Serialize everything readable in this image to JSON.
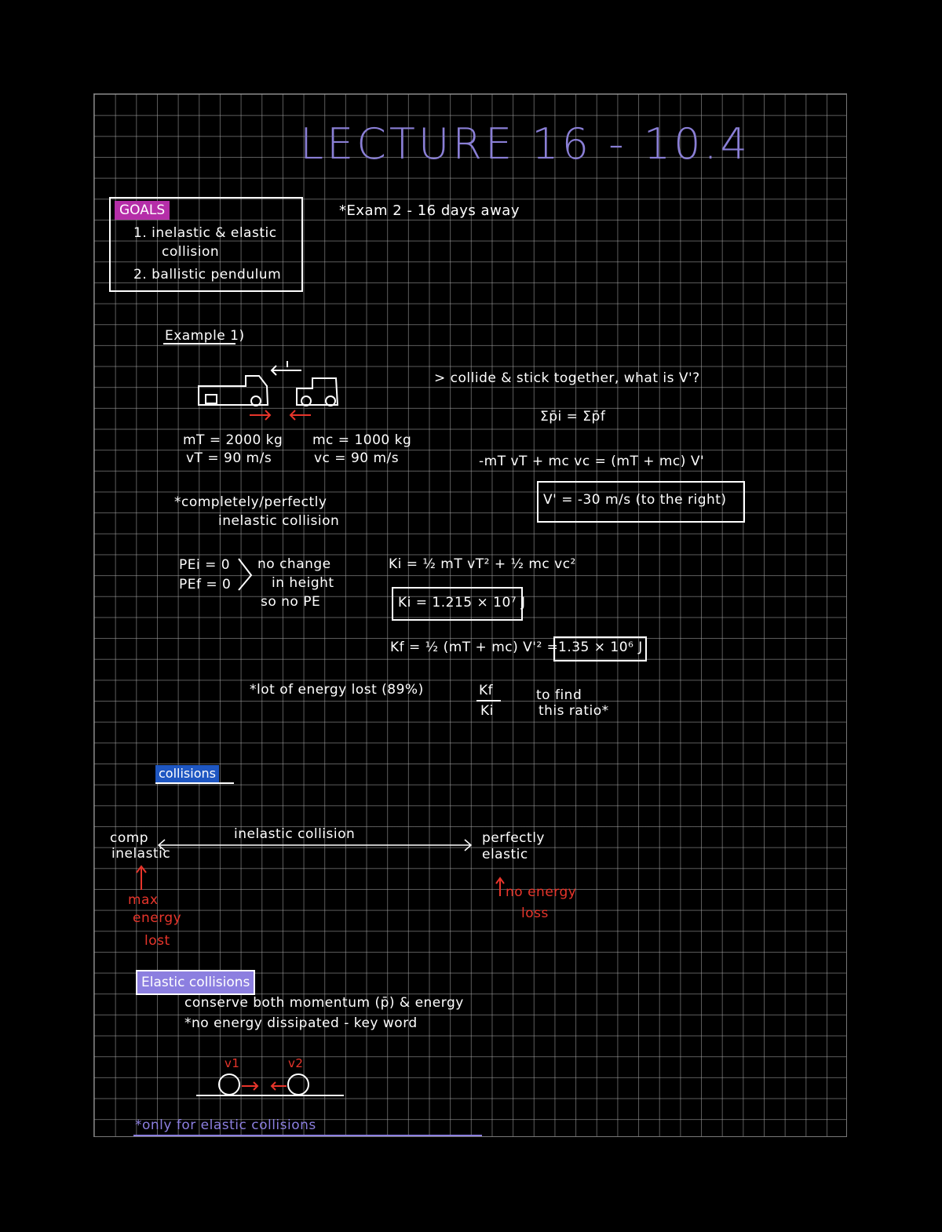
{
  "title": "LECTURE 16 - 10.4",
  "goals": {
    "tag": "GOALS",
    "items": [
      "1. inelastic & elastic",
      "collision",
      "2. ballistic pendulum"
    ]
  },
  "exam_note": "*Exam 2 - 16 days away",
  "example": {
    "heading": "Example 1)",
    "question": "> collide & stick together, what is V'?",
    "momentum_eq": "Σp̄i = Σp̄f",
    "truck_mass": "mT = 2000 kg",
    "truck_vel": "vT = 90 m/s",
    "car_mass": "mc = 1000 kg",
    "car_vel": "vc = 90 m/s",
    "expanded_eq": "-mT vT + mc vc = (mT + mc) V'",
    "v_result": "V' = -30 m/s (to the right)",
    "inelastic_note_1": "*completely/perfectly",
    "inelastic_note_2": "inelastic collision",
    "pe_i": "PEi = 0",
    "pe_f": "PEf = 0",
    "pe_note_1": "no change",
    "pe_note_2": "in height",
    "pe_note_3": "so no PE",
    "ki_eq": "Ki = ½ mT vT² + ½ mc vc²",
    "ki_result": "Ki = 1.215 × 10⁷ J",
    "kf_eq": "Kf = ½ (mT + mc) V'² =",
    "kf_result": "1.35 × 10⁶ J",
    "energy_lost": "*lot of energy lost (89%)",
    "ratio_num": "Kf",
    "ratio_den": "Ki",
    "ratio_note_1": "to find",
    "ratio_note_2": "this ratio*"
  },
  "collisions": {
    "tag": "collisions",
    "left_label_1": "comp",
    "left_label_2": "inelastic",
    "middle_label": "inelastic collision",
    "right_label_1": "perfectly",
    "right_label_2": "elastic",
    "left_red_1": "max",
    "left_red_2": "energy",
    "left_red_3": "lost",
    "right_red_1": "no energy",
    "right_red_2": "loss"
  },
  "elastic": {
    "tag": "Elastic collisions",
    "line1": "conserve both momentum (p̄) & energy",
    "line2": "*no energy dissipated - key word",
    "v1": "v1",
    "v2": "v2",
    "footer": "*only for elastic collisions"
  },
  "colors": {
    "title": "#8a7fd6",
    "goals_tag": "#b52ea8",
    "collisions_tag": "#1f57c2",
    "elastic_tag": "#8c7fe0",
    "red_ink": "#e8352b",
    "grid": "#aaaaaa"
  }
}
